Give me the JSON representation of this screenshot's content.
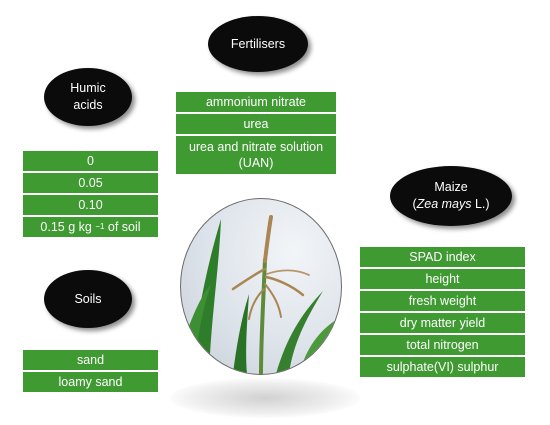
{
  "fertilisers": {
    "title": "Fertilisers",
    "items": [
      "ammonium nitrate",
      "urea",
      "urea and nitrate solution",
      "(UAN)"
    ]
  },
  "humic": {
    "title_line1": "Humic",
    "title_line2": "acids",
    "items": [
      "0",
      "0.05",
      "0.10"
    ],
    "last_prefix": "0.15 g kg ",
    "last_sup": "−1",
    "last_suffix": " of soil"
  },
  "soils": {
    "title": "Soils",
    "items": [
      "sand",
      "loamy sand"
    ]
  },
  "maize": {
    "title": "Maize",
    "sci_name": "Zea mays",
    "author": " L.)",
    "open_paren": "(",
    "items": [
      "SPAD index",
      "height",
      "fresh weight",
      "dry matter yield",
      "total nitrogen",
      "sulphate(VI) sulphur"
    ]
  },
  "colors": {
    "box_green": "#3f9a31",
    "oval_black": "#0b0b0b"
  }
}
